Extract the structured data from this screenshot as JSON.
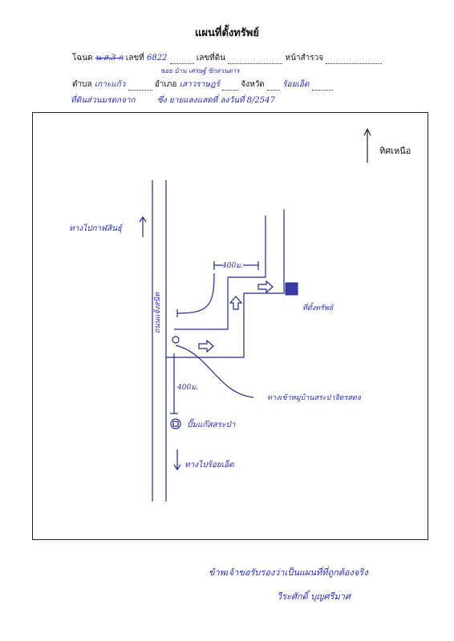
{
  "title": "แผนที่ตั้งทรัพย์",
  "form": {
    "deed_label": "โฉนด",
    "deed_value": "น.ส.3 ก",
    "number_label": "เลขที่",
    "number_value": "6822",
    "land_no_label": "เลขที่ดิน",
    "survey_label": "หน้าสำรวจ",
    "address_note": "ซอย บ้าน เศรษฐ์ ซิกสวนดาร",
    "subdistrict_label": "ตำบล",
    "subdistrict_value": "เกาะแก้ว",
    "district_label": "อำเภอ",
    "district_value": "เสาวราษฎร์",
    "province_label": "จังหวัด",
    "province_value": "ร้อยเอ็ด",
    "owner_note": "ที่ดินส่วนมรดกจาก",
    "registration_note": "ซึ่ง ยายแลงแสดที่ ลงวันที่ 8/2547"
  },
  "map": {
    "north_label": "ทิศเหนือ",
    "to_city": "ทางไปกาฬสินธุ์",
    "to_south": "ทางไปร้อยเอ็ด",
    "road_name": "ถนนแจ้งสนิท",
    "dist_1": "400ม.",
    "dist_2": "400ม.",
    "property_label": "ที่ตั้งทรัพย์",
    "lane_label": "ทางเข้าหมู่บ้านสระป่าจิตรสดจ",
    "station_label": "ปั๊มแก๊สสระป่า"
  },
  "footer": {
    "certify": "ข้าพเจ้าขอรับรองว่าเป็นแผนที่ที่ถูกต้องจริง",
    "signature": "วีระศักดิ์ บุญศรีมาศ"
  }
}
